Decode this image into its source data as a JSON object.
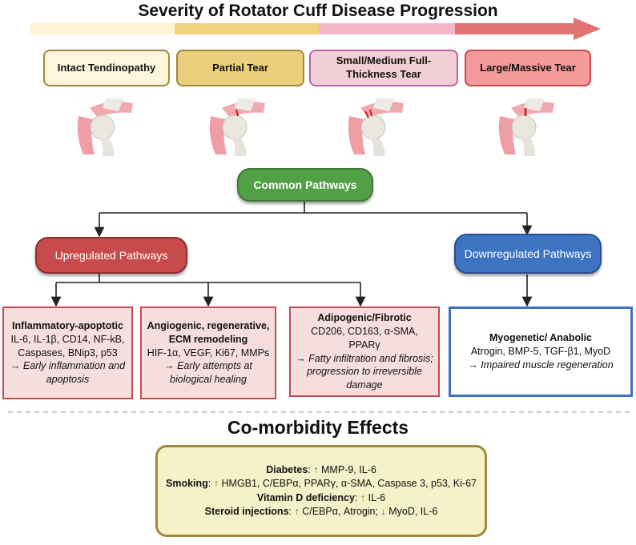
{
  "title": "Severity of Rotator Cuff Disease Progression",
  "stages": [
    {
      "label": "Intact Tendinopathy",
      "bg": "#fdf5dc",
      "border": "#a08a3a"
    },
    {
      "label": "Partial Tear",
      "bg": "#eccf7c",
      "border": "#a08a3a"
    },
    {
      "label": "Small/Medium Full-Thickness Tear",
      "bg": "#f1cfd6",
      "border": "#c060a8"
    },
    {
      "label": "Large/Massive Tear",
      "bg": "#f39a9a",
      "border": "#c84b4b"
    }
  ],
  "arrow_colors": [
    "#fdf3d6",
    "#f1d27e",
    "#f3b8c6",
    "#e27373"
  ],
  "common": {
    "label": "Common Pathways",
    "color": "#52a045"
  },
  "upregulated": {
    "label": "Upregulated Pathways",
    "color": "#c84b4b"
  },
  "downregulated": {
    "label": "Downregulated Pathways",
    "color": "#3d73c1"
  },
  "cards": [
    {
      "title": "Inflammatory-apoptotic",
      "markers": "IL-6, IL-1β, CD14, NF-kB, Caspases, BNip3, p53",
      "arrow": "→",
      "effect": "Early inflammation and apoptosis"
    },
    {
      "title": "Angiogenic, regenerative, ECM remodeling",
      "markers": "HIF-1α, VEGF, Ki67, MMPs",
      "arrow": "→",
      "effect": "Early attempts at biological healing"
    },
    {
      "title": "Adipogenic/Fibrotic",
      "markers": "CD206, CD163, α-SMA, PPARγ",
      "arrow": "→",
      "effect": "Fatty infiltration and fibrosis; progression to irreversible damage"
    },
    {
      "title": "Myogenetic/ Anabolic",
      "markers": "Atrogin, BMP-5, TGF-β1, MyoD",
      "arrow": "→",
      "effect": "Impaired muscle regeneration"
    }
  ],
  "comorbidity": {
    "title": "Co-morbidity Effects",
    "up_arrow": "↑",
    "down_arrow": "↓",
    "diabetes": {
      "label": "Diabetes",
      "up": "MMP-9, IL-6"
    },
    "smoking": {
      "label": "Smoking",
      "up": "HMGB1, C/EBPα, PPARγ, α-SMA, Caspase 3, p53, Ki-67"
    },
    "vitd": {
      "label": "Vitamin D deficiency",
      "up": "IL-6"
    },
    "steroid": {
      "label": "Steroid injections",
      "up": "C/EBPα, Atrogin;",
      "down": "MyoD, IL-6"
    }
  },
  "icons": [
    "shoulder-intact-icon",
    "shoulder-partial-tear-icon",
    "shoulder-medium-tear-icon",
    "shoulder-massive-tear-icon"
  ]
}
